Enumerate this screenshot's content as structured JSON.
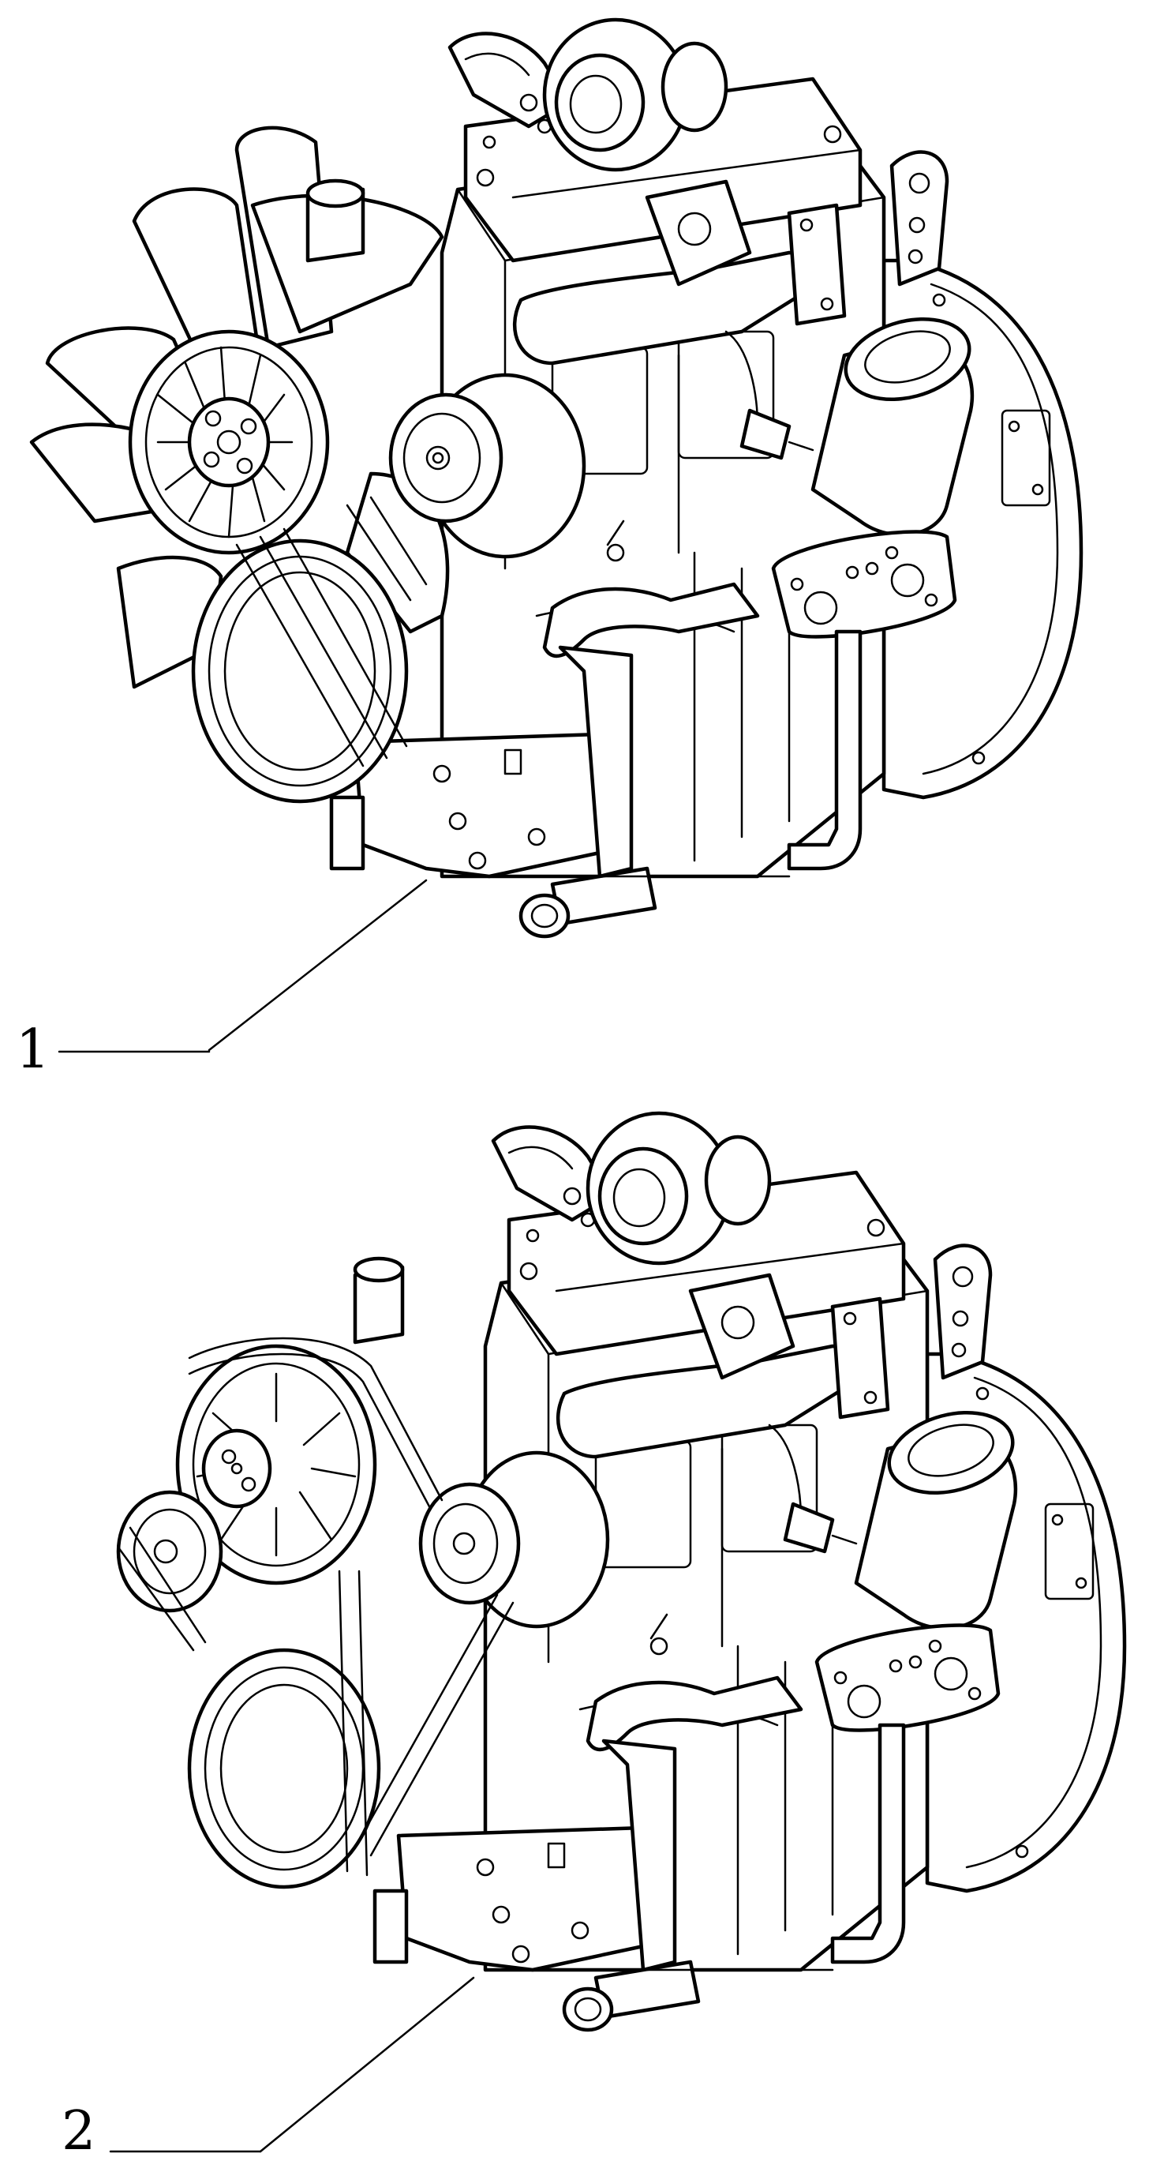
{
  "figure": {
    "background": "#ffffff",
    "line_color": "#000000",
    "callouts": [
      {
        "id": "1",
        "label": "1"
      },
      {
        "id": "2",
        "label": "2"
      }
    ]
  }
}
